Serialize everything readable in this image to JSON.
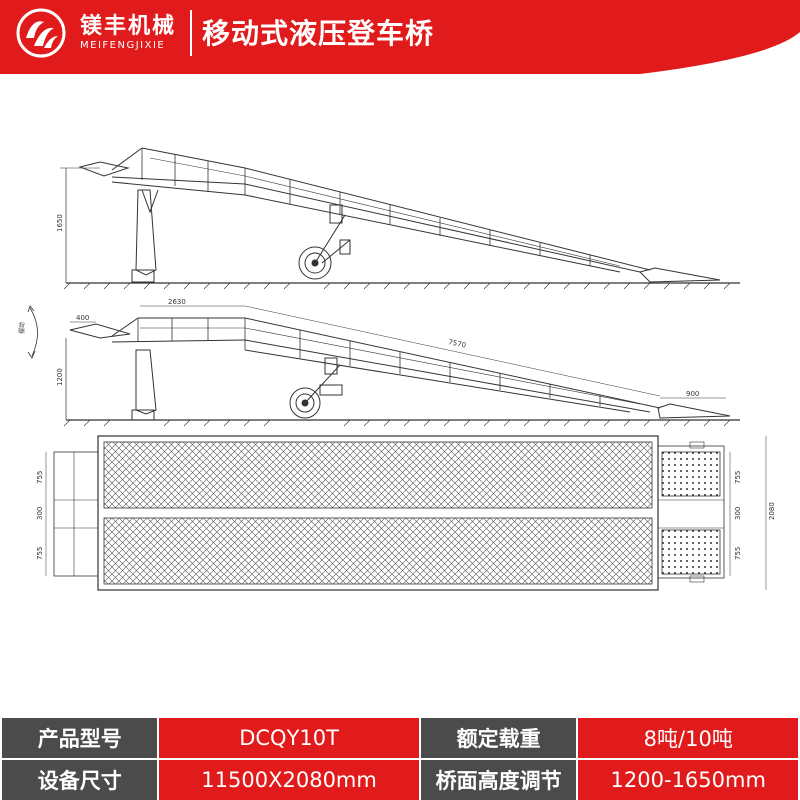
{
  "header": {
    "brand_cn": "镁丰机械",
    "brand_en": "MEIFENGJIXIE",
    "title": "移动式液压登车桥",
    "colors": {
      "brand_red": "#e11b1b",
      "label_gray": "#4b4b4b"
    },
    "logo_icon": "logo-mark"
  },
  "dimensions": {
    "side_height_max": "1650",
    "side_height_min": "1200",
    "top_length": "2630",
    "lip_length": "400",
    "ramp_length": "7570",
    "tail_length": "900",
    "plan_lane_1": "755",
    "plan_gap": "300",
    "plan_lane_2": "755",
    "plan_total_width": "2080",
    "swing_label": "摆动"
  },
  "specs": {
    "rows": [
      {
        "label1": "产品型号",
        "value1": "DCQY10T",
        "label2": "额定载重",
        "value2": "8吨/10吨"
      },
      {
        "label1": "设备尺寸",
        "value1": "11500X2080mm",
        "label2": "桥面高度调节",
        "value2": "1200-1650mm"
      }
    ]
  }
}
